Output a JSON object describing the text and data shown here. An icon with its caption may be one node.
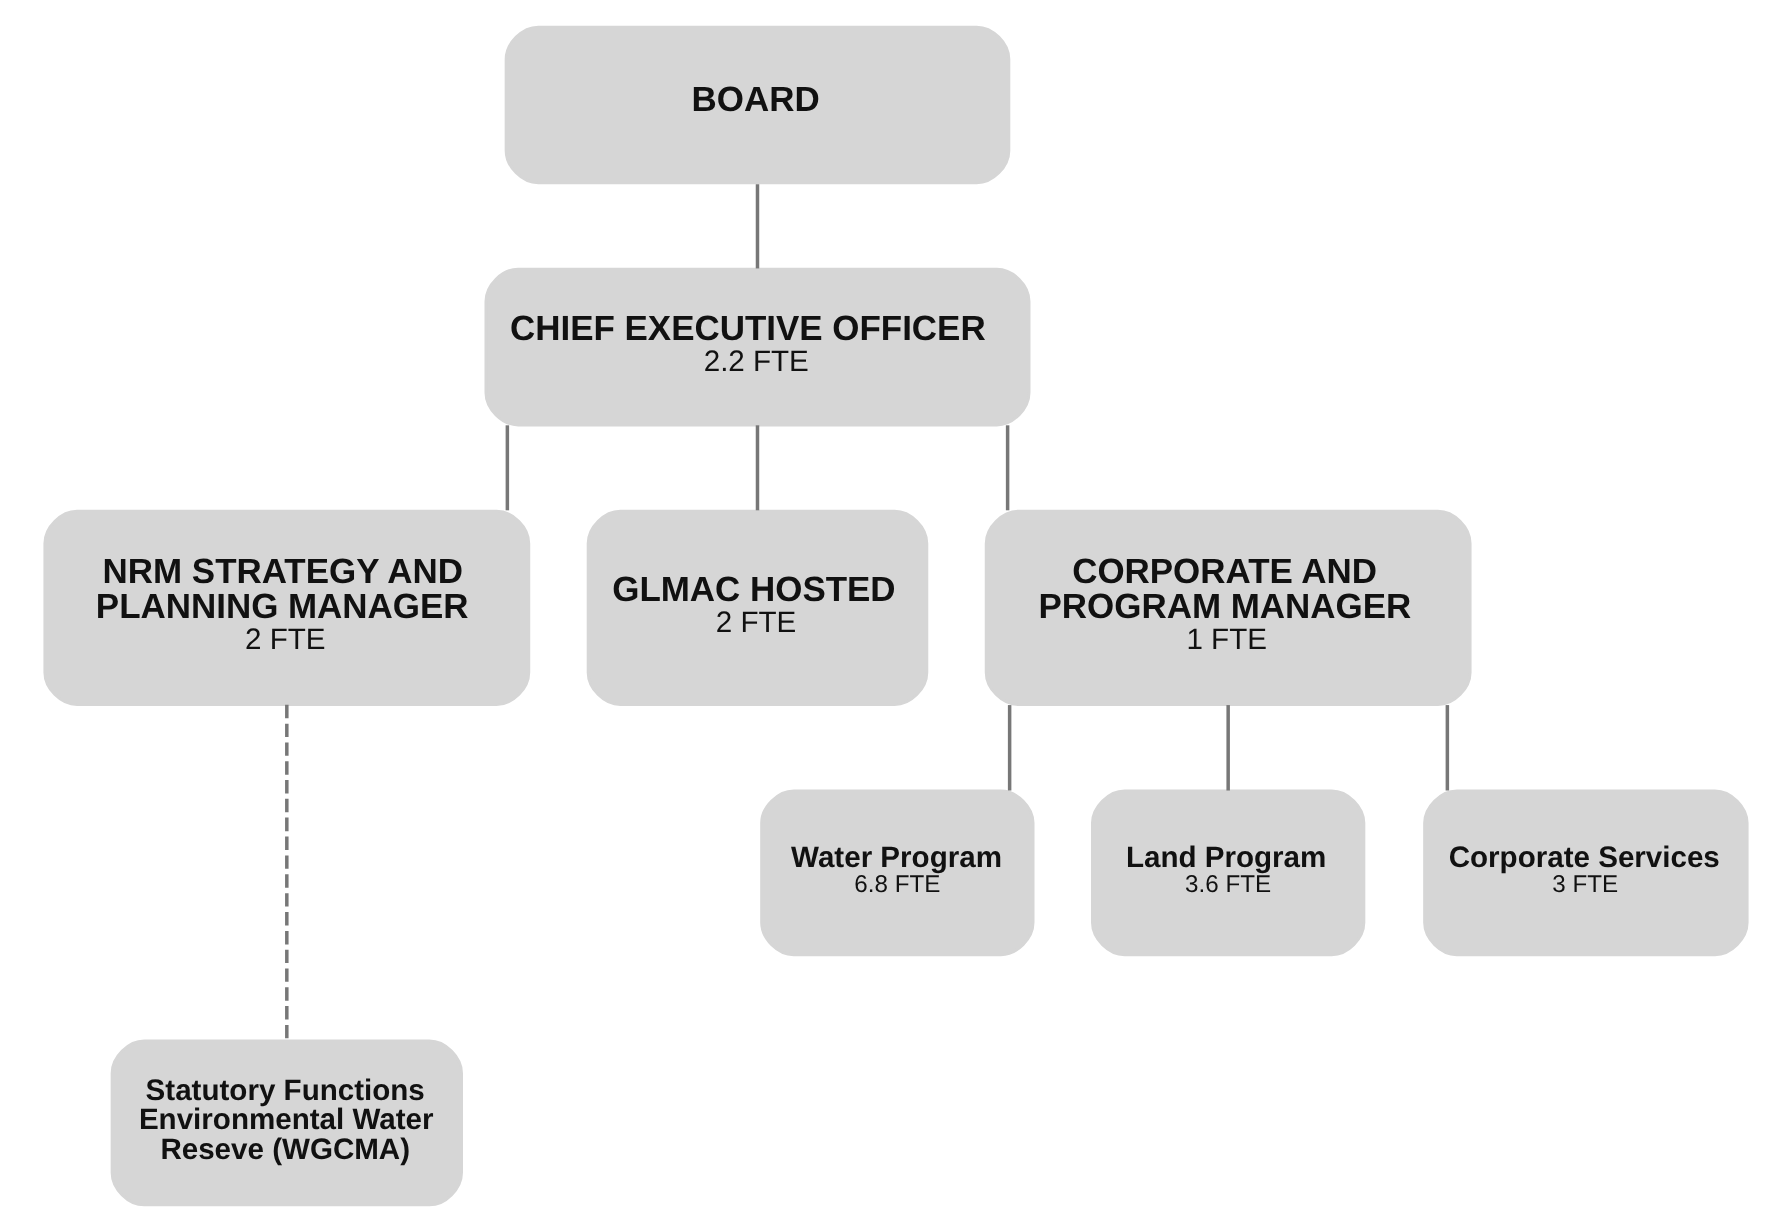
{
  "diagram": {
    "nodes": [
      {
        "text": [
          "BOARD"
        ]
      },
      {
        "text": [
          "CHIEF EXECUTIVE OFFICER",
          "2.2 FTE"
        ]
      },
      {
        "text": [
          "NRM STRATEGY AND PLANNING MANAGER",
          "2 FTE"
        ]
      },
      {
        "text": [
          "GLMAC HOSTED",
          "2 FTE"
        ]
      },
      {
        "text": [
          "CORPORATE AND PROGRAM MANAGER",
          "1 FTE"
        ]
      },
      {
        "text": [
          "Water Program",
          "6.8 FTE"
        ]
      },
      {
        "text": [
          "Land Program",
          "3.6 FTE"
        ]
      },
      {
        "text": [
          "Corporate Services",
          "3 FTE"
        ]
      },
      {
        "text": [
          "Statutory Functions Environmental Water Reseve (WGCMA)"
        ]
      }
    ],
    "edges": [
      {
        "from": 0,
        "to": 1,
        "arrow": "none"
      },
      {
        "from": 1,
        "to": 2,
        "arrow": "none"
      },
      {
        "from": 1,
        "to": 3,
        "arrow": "none"
      },
      {
        "from": 1,
        "to": 4,
        "arrow": "none"
      },
      {
        "from": 4,
        "to": 5,
        "arrow": "none"
      },
      {
        "from": 4,
        "to": 6,
        "arrow": "none"
      },
      {
        "from": 4,
        "to": 7,
        "arrow": "none"
      },
      {
        "from": 2,
        "to": 8,
        "arrow": "none",
        "style": "dashed"
      }
    ]
  }
}
